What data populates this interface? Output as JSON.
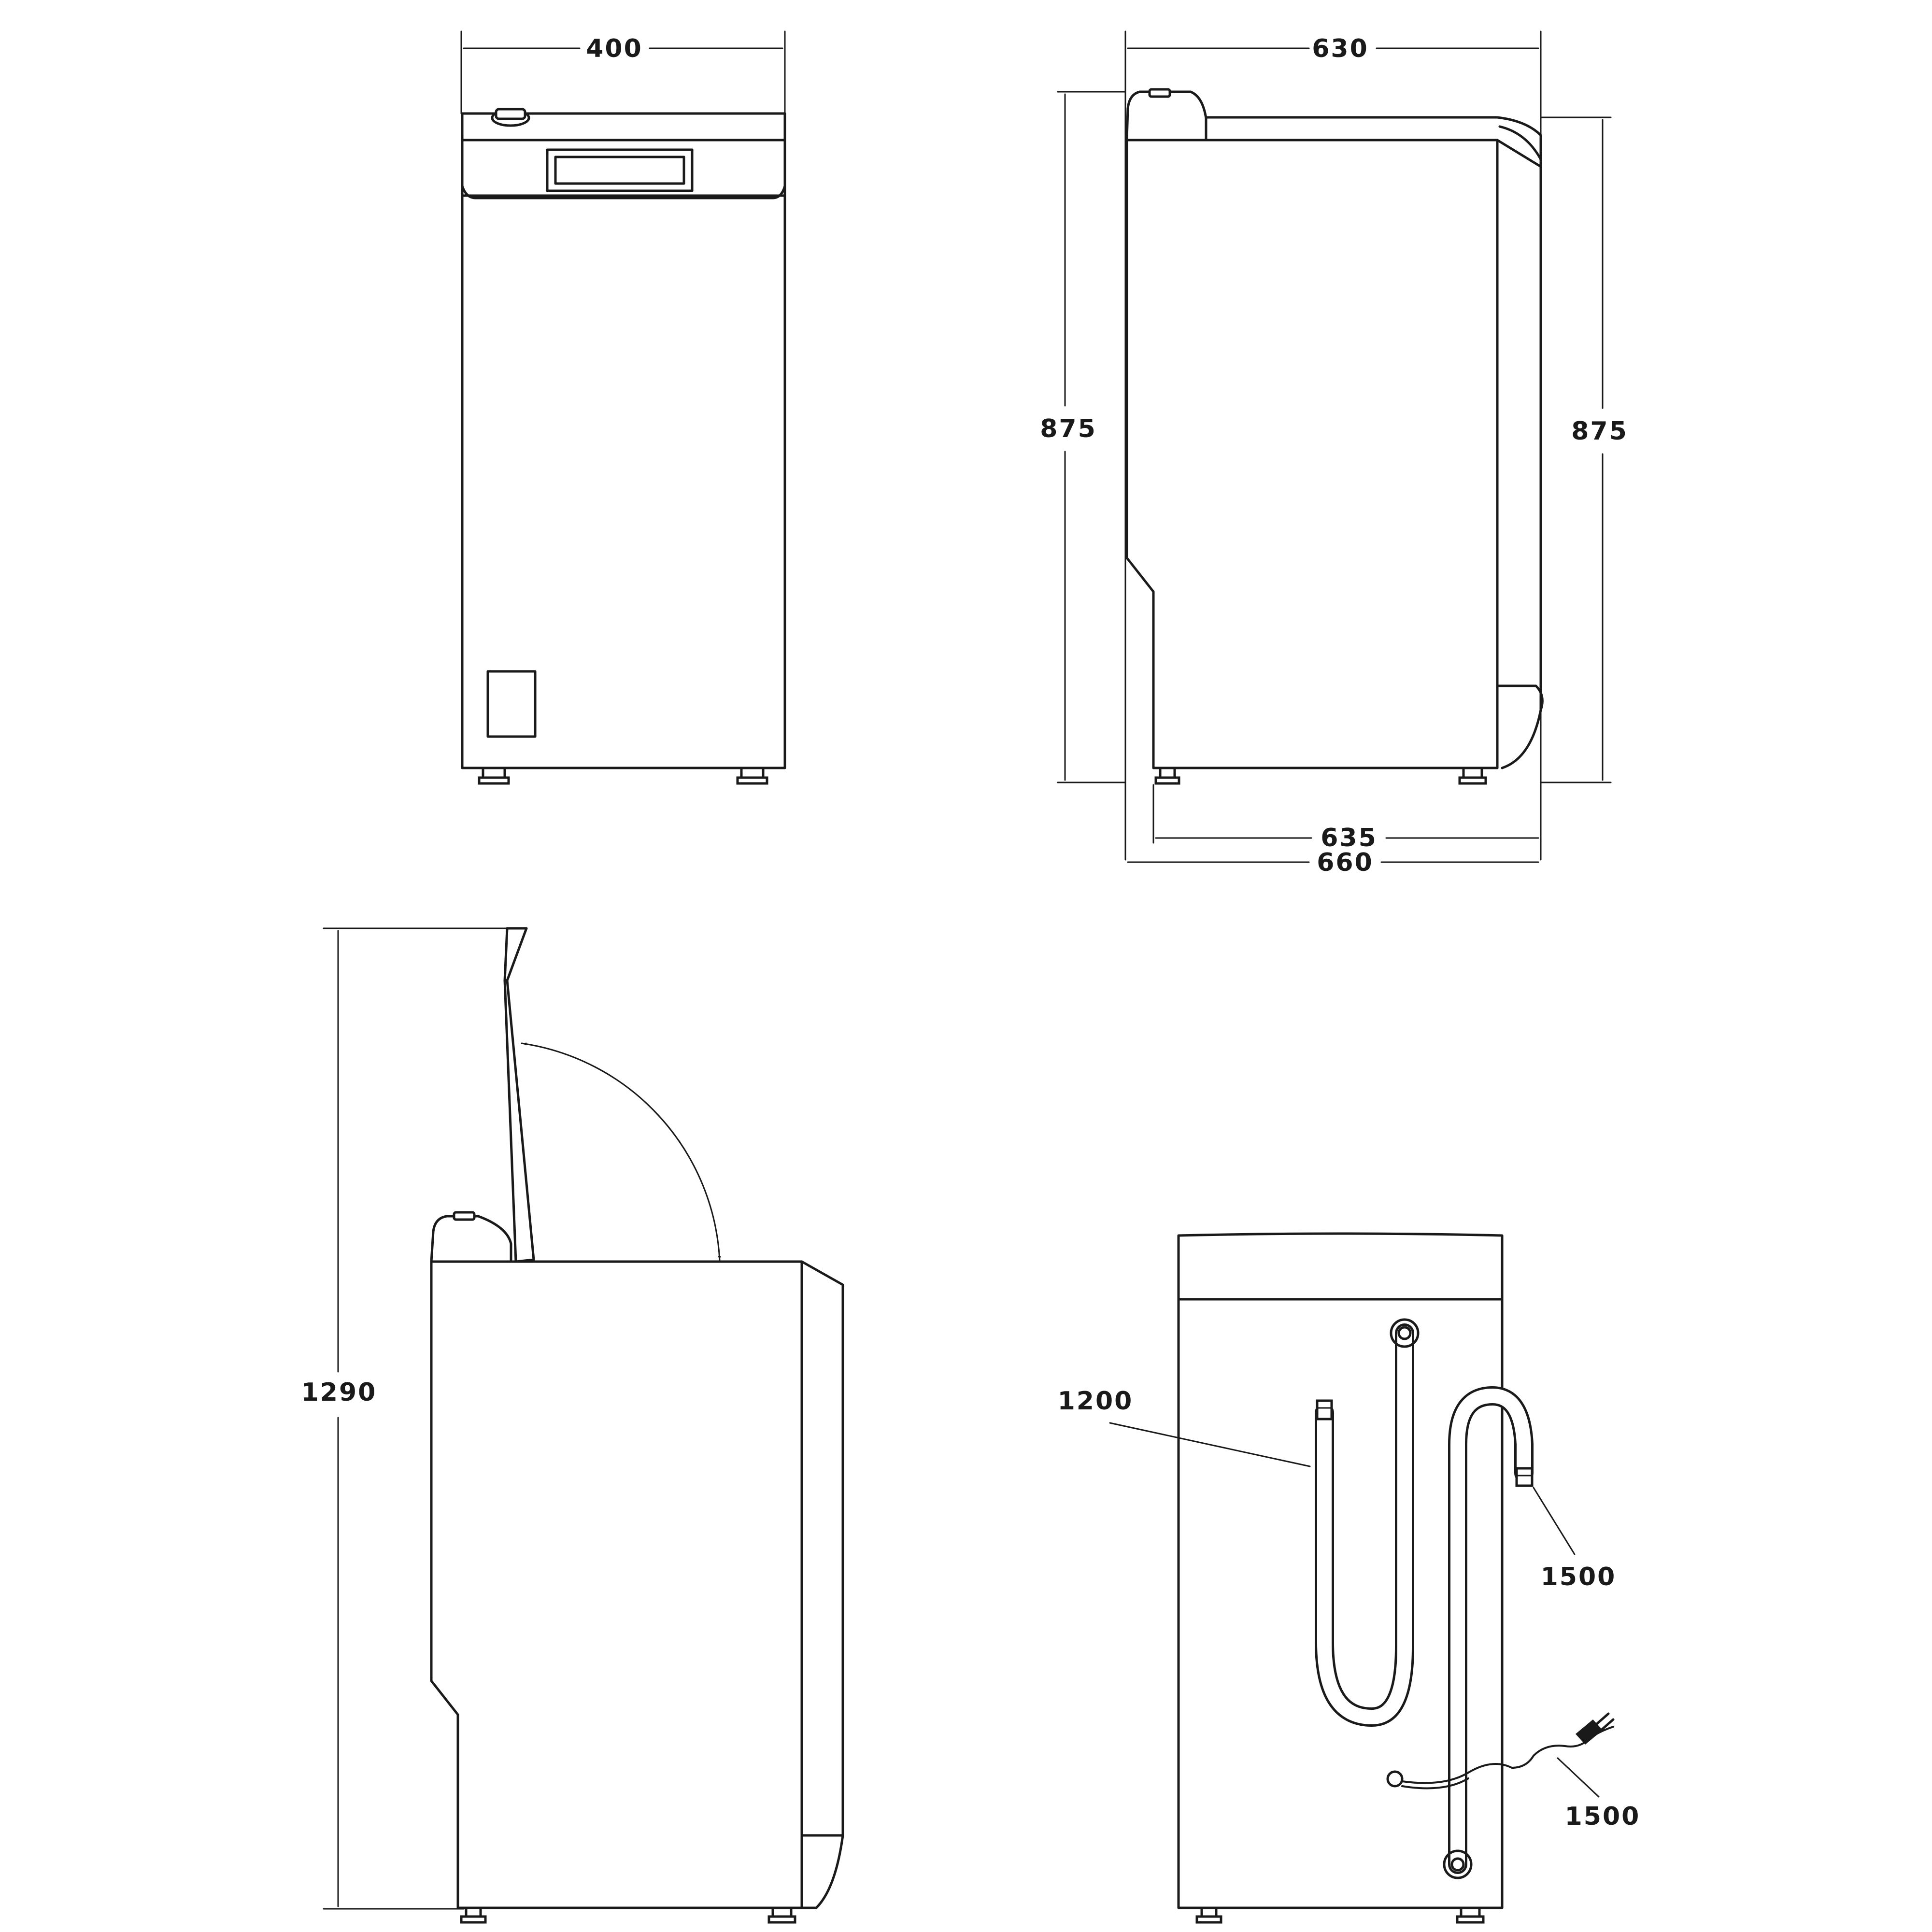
{
  "dimensions": {
    "front_width": "400",
    "side_top_depth": "630",
    "side_height_left": "875",
    "side_height_right": "875",
    "side_bottom_depth": "635",
    "side_total_depth": "660",
    "lid_open_height": "1290",
    "inlet_hose_length": "1200",
    "drain_hose_length": "1500",
    "power_cord_length": "1500"
  },
  "colors": {
    "line": "#1a1a1a",
    "background": "#ffffff"
  }
}
